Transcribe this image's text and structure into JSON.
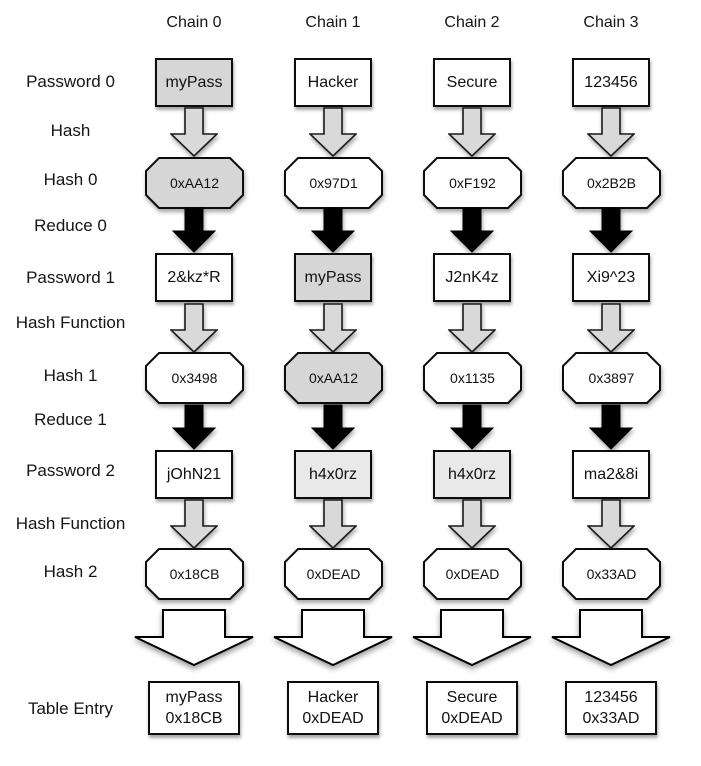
{
  "row_labels": [
    "Password 0",
    "Hash",
    "Hash 0",
    "Reduce 0",
    "Password 1",
    "Hash Function",
    "Hash 1",
    "Reduce 1",
    "Password 2",
    "Hash Function",
    "Hash 2",
    "Table Entry"
  ],
  "chains": [
    {
      "header": "Chain 0",
      "password0": {
        "text": "myPass",
        "fill": "#d6d6d6"
      },
      "hash0": {
        "text": "0xAA12",
        "fill": "#d6d6d6"
      },
      "password1": {
        "text": "2&kz*R",
        "fill": "#ffffff"
      },
      "hash1": {
        "text": "0x3498",
        "fill": "#ffffff"
      },
      "password2": {
        "text": "jOhN21",
        "fill": "#ffffff"
      },
      "hash2": {
        "text": "0x18CB",
        "fill": "#ffffff"
      },
      "table_entry": {
        "line1": "myPass",
        "line2": "0x18CB",
        "fill": "#ffffff"
      }
    },
    {
      "header": "Chain 1",
      "password0": {
        "text": "Hacker",
        "fill": "#ffffff"
      },
      "hash0": {
        "text": "0x97D1",
        "fill": "#ffffff"
      },
      "password1": {
        "text": "myPass",
        "fill": "#d6d6d6"
      },
      "hash1": {
        "text": "0xAA12",
        "fill": "#d6d6d6"
      },
      "password2": {
        "text": "h4x0rz",
        "fill": "#e9e9e9"
      },
      "hash2": {
        "text": "0xDEAD",
        "fill": "#ffffff"
      },
      "table_entry": {
        "line1": "Hacker",
        "line2": "0xDEAD",
        "fill": "#ffffff"
      }
    },
    {
      "header": "Chain 2",
      "password0": {
        "text": "Secure",
        "fill": "#ffffff"
      },
      "hash0": {
        "text": "0xF192",
        "fill": "#ffffff"
      },
      "password1": {
        "text": "J2nK4z",
        "fill": "#ffffff"
      },
      "hash1": {
        "text": "0x1135",
        "fill": "#ffffff"
      },
      "password2": {
        "text": "h4x0rz",
        "fill": "#e9e9e9"
      },
      "hash2": {
        "text": "0xDEAD",
        "fill": "#ffffff"
      },
      "table_entry": {
        "line1": "Secure",
        "line2": "0xDEAD",
        "fill": "#ffffff"
      }
    },
    {
      "header": "Chain 3",
      "password0": {
        "text": "123456",
        "fill": "#ffffff"
      },
      "hash0": {
        "text": "0x2B2B",
        "fill": "#ffffff"
      },
      "password1": {
        "text": "Xi9^23",
        "fill": "#ffffff"
      },
      "hash1": {
        "text": "0x3897",
        "fill": "#ffffff"
      },
      "password2": {
        "text": "ma2&8i",
        "fill": "#ffffff"
      },
      "hash2": {
        "text": "0x33AD",
        "fill": "#ffffff"
      },
      "table_entry": {
        "line1": "123456",
        "line2": "0x33AD",
        "fill": "#ffffff"
      }
    }
  ],
  "colors": {
    "highlight_gray": "#d6d6d6",
    "collision_gray": "#e9e9e9",
    "hash_arrow_gray": "#d9d9d9",
    "reduce_arrow_black": "#000000",
    "node_white": "#ffffff",
    "border_black": "#0c0c0c"
  }
}
